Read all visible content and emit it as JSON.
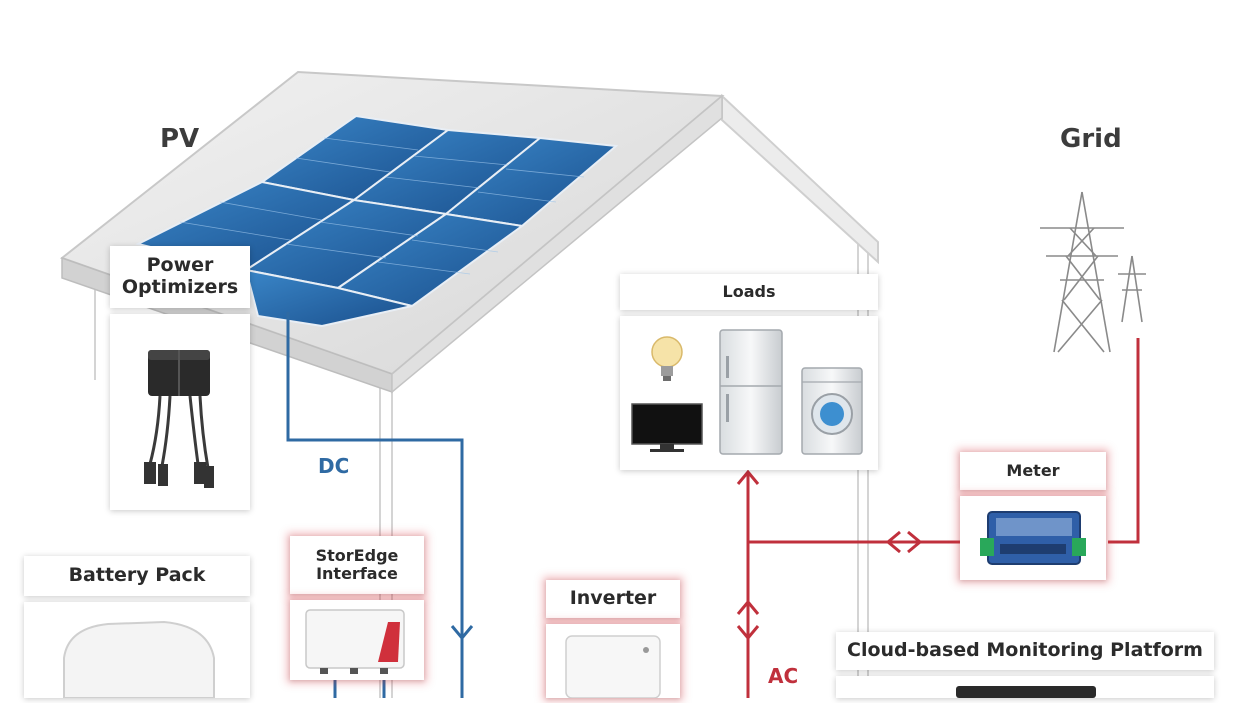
{
  "headings": {
    "pv": "PV",
    "grid": "Grid"
  },
  "boxes": {
    "power_optimizers": "Power\nOptimizers",
    "loads": "Loads",
    "meter": "Meter",
    "battery_pack": "Battery Pack",
    "storedge_interface": "StorEdge\nInterface",
    "inverter": "Inverter",
    "monitoring": "Cloud-based Monitoring Platform"
  },
  "flows": {
    "dc": "DC",
    "ac": "AC"
  },
  "colors": {
    "dc_line": "#2f6aa3",
    "ac_line": "#c0303c",
    "heading_text": "#3c3c3c",
    "panel_blue": "#1f5f9f"
  }
}
